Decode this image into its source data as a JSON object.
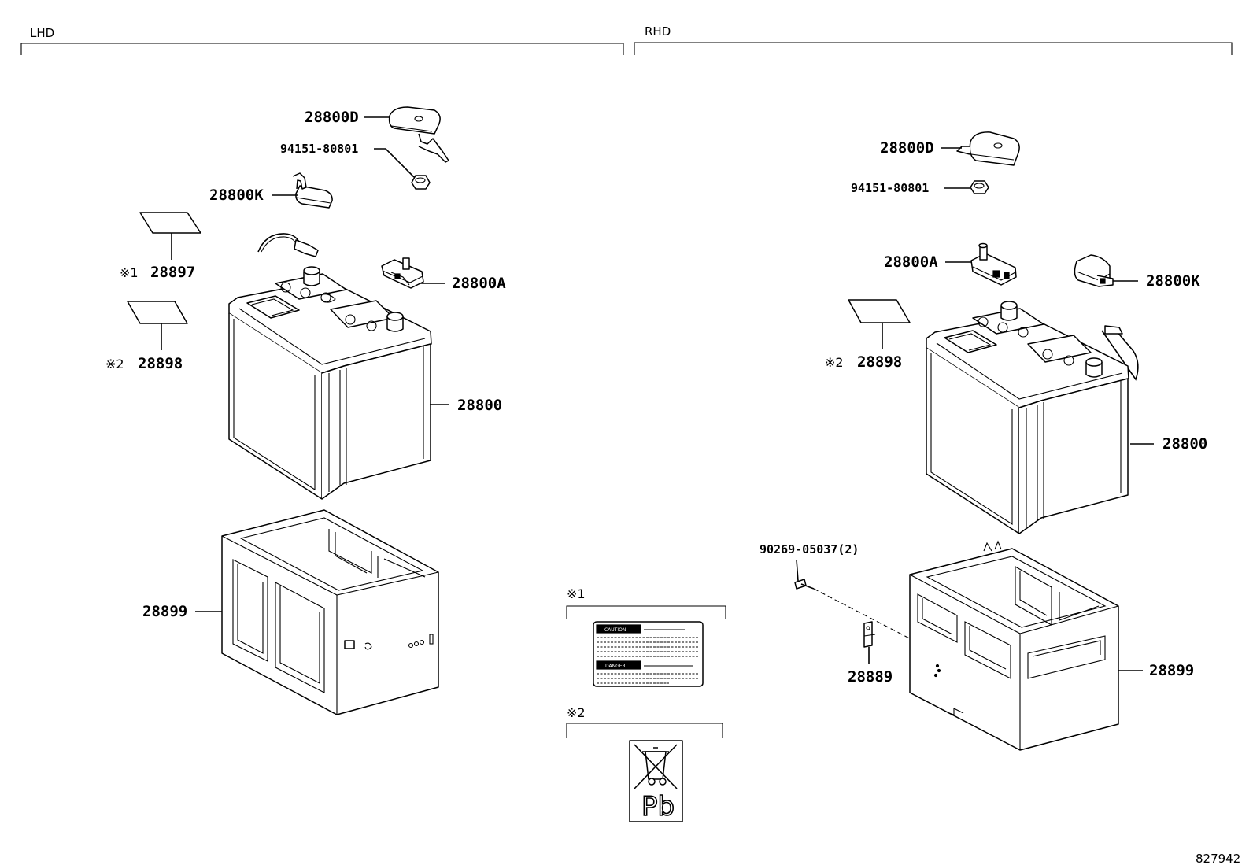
{
  "sections": {
    "lhd": "LHD",
    "rhd": "RHD"
  },
  "lhd_parts": {
    "terminal_cover": "28800D",
    "nut": "94151-80801",
    "clamp_k": "28800K",
    "label_1_mark": "※1",
    "label_1": "28897",
    "label_2_mark": "※2",
    "label_2": "28898",
    "terminal_a": "28800A",
    "battery": "28800",
    "tray": "28899"
  },
  "rhd_parts": {
    "terminal_cover": "28800D",
    "nut": "94151-80801",
    "terminal_a": "28800A",
    "clamp_k": "28800K",
    "label_2_mark": "※2",
    "label_2": "28898",
    "battery": "28800",
    "bolt": "90269-05037(2)",
    "bracket": "28889",
    "tray": "28899"
  },
  "details": {
    "detail_1_mark": "※1",
    "detail_2_mark": "※2",
    "caution_heading": "CAUTION",
    "danger_heading": "DANGER",
    "pb_symbol": "Pb"
  },
  "figure_number": "827942"
}
